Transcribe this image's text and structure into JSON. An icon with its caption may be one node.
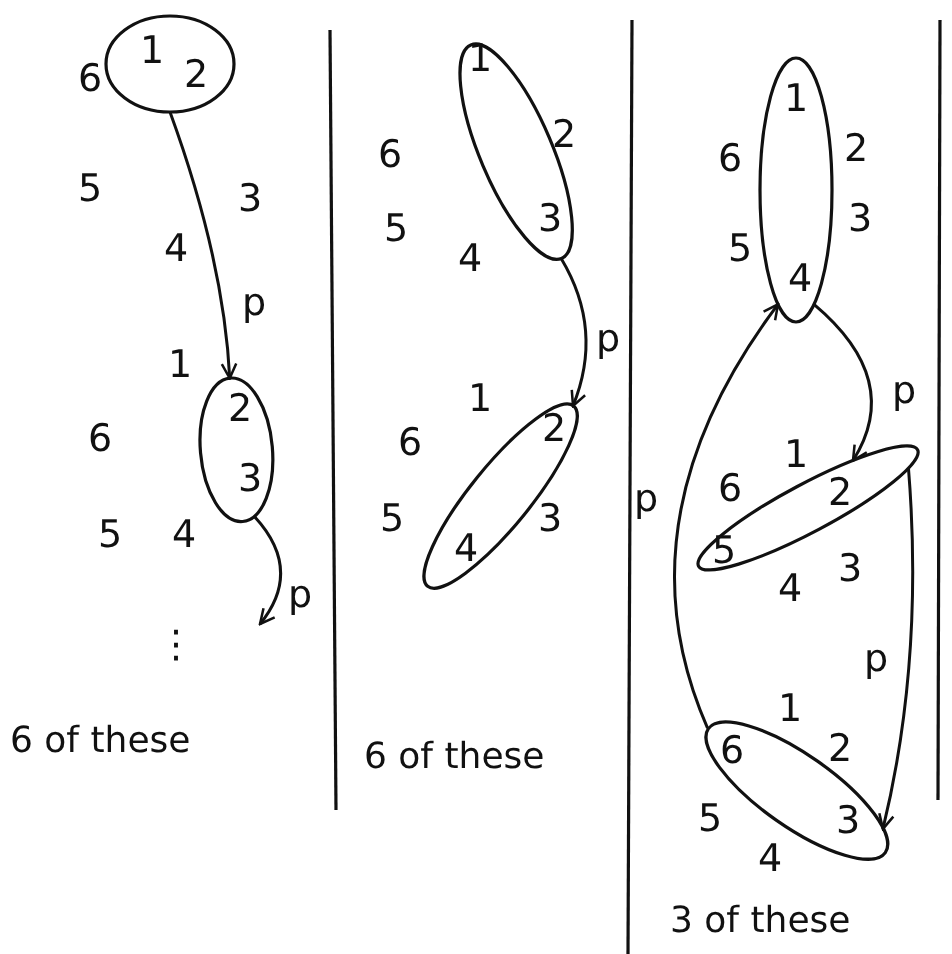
{
  "diagram": {
    "nodes": [
      {
        "text": [
          "1",
          "2"
        ]
      },
      {
        "text": [
          "2",
          "3"
        ]
      },
      {
        "text": [
          "1",
          "3"
        ]
      },
      {
        "text": [
          "2",
          "4"
        ]
      },
      {
        "text": [
          "1",
          "4"
        ]
      },
      {
        "text": [
          "2",
          "5"
        ]
      },
      {
        "text": [
          "6",
          "3"
        ]
      }
    ],
    "edges": [
      {
        "from": 0,
        "to": 1,
        "arrow": "to",
        "label": "p"
      },
      {
        "from": 1,
        "to": null,
        "arrow": "to",
        "label": "p"
      },
      {
        "from": 2,
        "to": 3,
        "arrow": "to",
        "label": "p"
      },
      {
        "from": 4,
        "to": 5,
        "arrow": "to",
        "label": "p"
      },
      {
        "from": 5,
        "to": 6,
        "arrow": "to",
        "label": "p"
      },
      {
        "from": 6,
        "to": 4,
        "arrow": "to",
        "label": "p"
      }
    ],
    "labels": [
      "6",
      "5",
      "3",
      "4",
      "1",
      "6",
      "5",
      "4",
      "⋮",
      "6 of these",
      "2",
      "6",
      "5",
      "4",
      "1",
      "6",
      "5",
      "3",
      "6 of these",
      "6",
      "2",
      "5",
      "3",
      "1",
      "6",
      "3",
      "4",
      "1",
      "2",
      "5",
      "4",
      "3 of these"
    ]
  }
}
